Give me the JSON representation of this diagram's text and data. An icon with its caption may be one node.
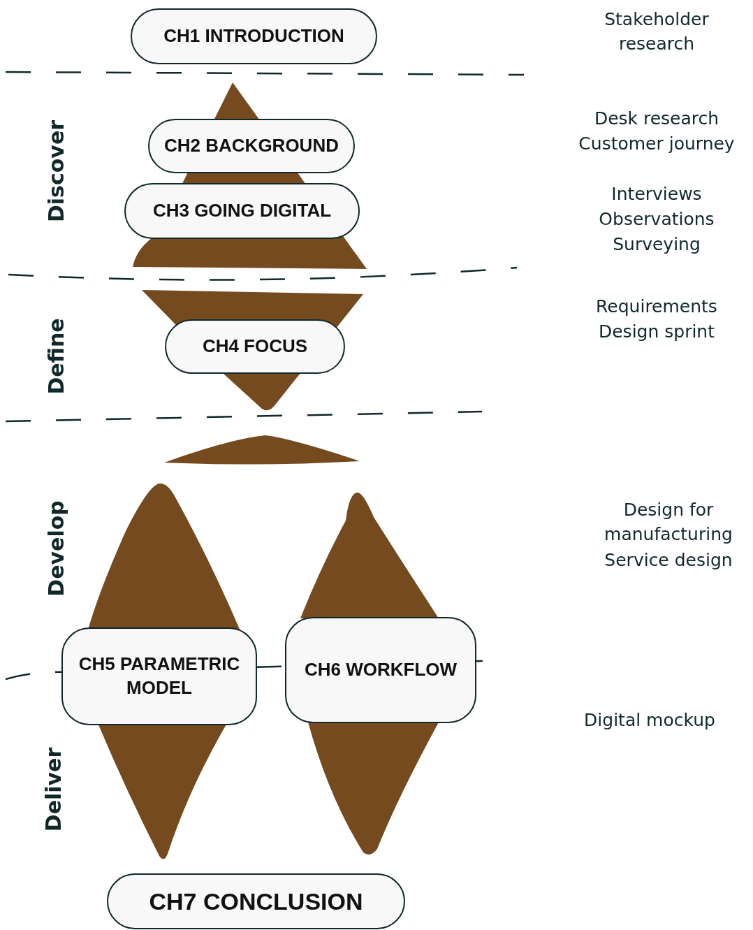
{
  "diagram": {
    "nodes": [
      {
        "text": [
          "CH1 INTRODUCTION"
        ]
      },
      {
        "text": [
          "CH2 BACKGROUND"
        ]
      },
      {
        "text": [
          "CH3 GOING DIGITAL"
        ]
      },
      {
        "text": [
          "CH4 FOCUS"
        ]
      },
      {
        "text": [
          "CH5 PARAMETRIC MODEL"
        ]
      },
      {
        "text": [
          "CH6 WORKFLOW"
        ]
      },
      {
        "text": [
          "CH7 CONCLUSION"
        ]
      }
    ],
    "edges": [],
    "labels": [
      "Stakeholder research",
      "Discover",
      "Desk research",
      "Customer journey",
      "Interviews",
      "Observations",
      "Surveying",
      "Requirements",
      "Design sprint",
      "Define",
      "Develop",
      "Design for manufacturing",
      "Service design",
      "Digital mockup",
      "Deliver"
    ]
  }
}
